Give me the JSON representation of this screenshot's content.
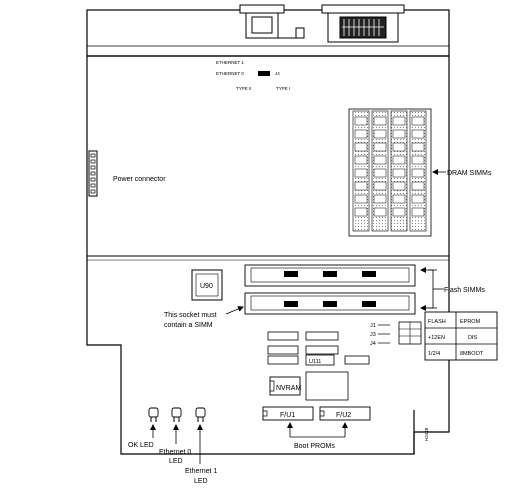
{
  "labels": {
    "ethernet_1": "ETHERNET 1",
    "ethernet_0": "ETHERNET 0",
    "jumper_j4": "J4",
    "type_ii": "TYPE II",
    "type_i": "TYPE I",
    "dram_simms": "DRAM SIMMs",
    "power_connector": "Power connector",
    "flash_simms": "Flash SIMMs",
    "u90": "U90",
    "socket_note_line1": "This socket must",
    "socket_note_line2": "contain a SIMM",
    "u111": "U111",
    "nvram": "NVRAM",
    "f_u1": "F/U1",
    "f_u2": "F/U2",
    "j1": "J1",
    "j3": "J3",
    "j4_lower": "J4",
    "boot_proms": "Boot PROMs",
    "ok_led": "OK LED",
    "ethernet0_led_line1": "Ethernet 0",
    "ethernet0_led_line2": "LED",
    "ethernet1_led_line1": "Ethernet 1",
    "ethernet1_led_line2": "LED",
    "figure_id": "H2448"
  },
  "jumper_table": {
    "headers": [
      "FLASH",
      "EPROM"
    ],
    "rows": [
      [
        "+12EN",
        "DIS"
      ],
      [
        "1/2/4",
        "8MBOOT"
      ]
    ]
  }
}
